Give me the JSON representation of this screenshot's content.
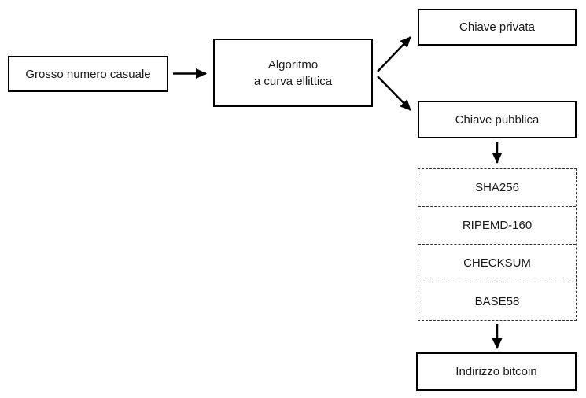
{
  "diagram": {
    "title": "bitcoin-address-generation-flow",
    "nodes": {
      "random_number": {
        "label": "Grosso numero casuale"
      },
      "algorithm": {
        "label_line1": "Algoritmo",
        "label_line2": "a curva ellittica"
      },
      "private_key": {
        "label": "Chiave privata"
      },
      "public_key": {
        "label": "Chiave pubblica"
      },
      "hash_steps": [
        {
          "label": "SHA256"
        },
        {
          "label": "RIPEMD-160"
        },
        {
          "label": "CHECKSUM"
        },
        {
          "label": "BASE58"
        }
      ],
      "bitcoin_address": {
        "label": "Indirizzo bitcoin"
      }
    },
    "colors": {
      "border": "#000000",
      "dashed_border": "#333333",
      "text": "#1a1a1a",
      "arrow": "#000000",
      "background": "#ffffff"
    }
  }
}
